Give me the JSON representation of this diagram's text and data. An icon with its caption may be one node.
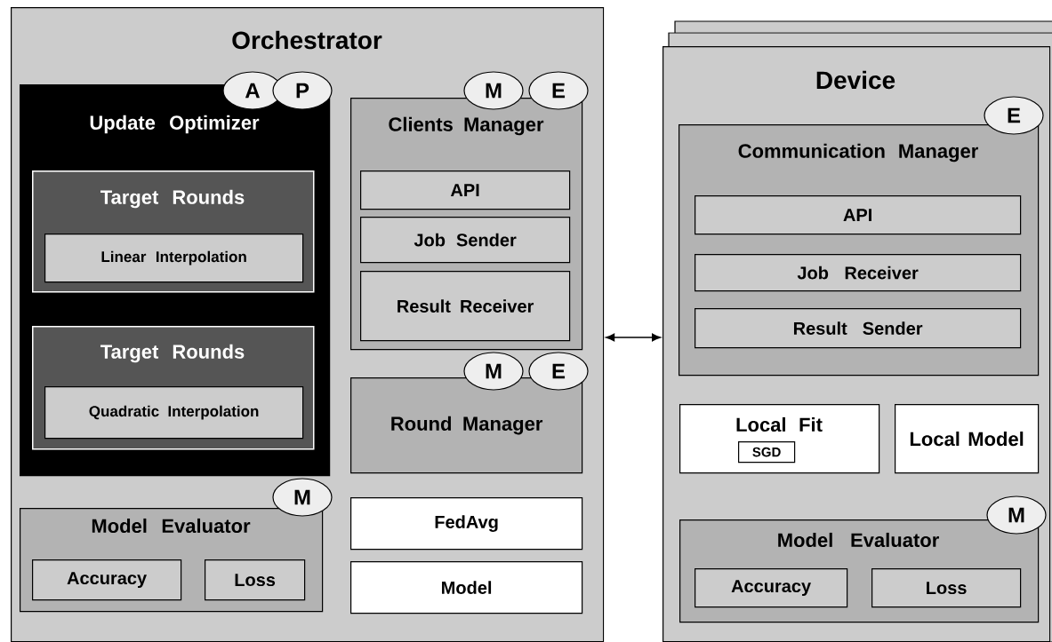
{
  "diagram": {
    "nodes": [
      {
        "text": [
          "Orchestrator"
        ]
      },
      {
        "text": [
          "Update Optimizer"
        ],
        "in": 0
      },
      {
        "text": [
          "A"
        ],
        "in": 0
      },
      {
        "text": [
          "P"
        ],
        "in": 0
      },
      {
        "text": [
          "Target Rounds"
        ],
        "in": 1
      },
      {
        "text": [
          "Linear Interpolation"
        ],
        "in": 4
      },
      {
        "text": [
          "Target Rounds"
        ],
        "in": 1
      },
      {
        "text": [
          "Quadratic Interpolation"
        ],
        "in": 6
      },
      {
        "text": [
          "Clients Manager"
        ],
        "in": 0
      },
      {
        "text": [
          "M"
        ],
        "in": 0
      },
      {
        "text": [
          "E"
        ],
        "in": 0
      },
      {
        "text": [
          "API"
        ],
        "in": 8
      },
      {
        "text": [
          "Job Sender"
        ],
        "in": 8
      },
      {
        "text": [
          "Result Receiver"
        ],
        "in": 8
      },
      {
        "text": [
          "Round Manager"
        ],
        "in": 0
      },
      {
        "text": [
          "M"
        ],
        "in": 0
      },
      {
        "text": [
          "E"
        ],
        "in": 0
      },
      {
        "text": [
          "Model Evaluator"
        ],
        "in": 0
      },
      {
        "text": [
          "M"
        ],
        "in": 0
      },
      {
        "text": [
          "Accuracy"
        ],
        "in": 17
      },
      {
        "text": [
          "Loss"
        ],
        "in": 17
      },
      {
        "text": [
          "FedAvg"
        ],
        "in": 0
      },
      {
        "text": [
          "Model"
        ],
        "in": 0
      },
      {
        "text": [
          "Device"
        ]
      },
      {
        "text": [
          "Communication Manager"
        ],
        "in": 23
      },
      {
        "text": [
          "E"
        ],
        "in": 23
      },
      {
        "text": [
          "API"
        ],
        "in": 24
      },
      {
        "text": [
          "Job Receiver"
        ],
        "in": 24
      },
      {
        "text": [
          "Result Sender"
        ],
        "in": 24
      },
      {
        "text": [
          "Local Fit"
        ],
        "in": 23
      },
      {
        "text": [
          "SGD"
        ],
        "in": 29
      },
      {
        "text": [
          "Local Model"
        ],
        "in": 23
      },
      {
        "text": [
          "Model Evaluator"
        ],
        "in": 23
      },
      {
        "text": [
          "M"
        ],
        "in": 23
      },
      {
        "text": [
          "Accuracy"
        ],
        "in": 32
      },
      {
        "text": [
          "Loss"
        ],
        "in": 32
      }
    ],
    "edges": [
      {
        "from": 0,
        "to": 23,
        "arrow": "both"
      }
    ]
  }
}
